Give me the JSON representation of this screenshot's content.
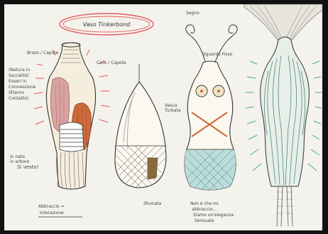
{
  "colors": {
    "background": "#f4f2ec",
    "frame": "#0f0f0f",
    "ink": "#333333",
    "halo_red": "#e25b5b",
    "halo_teal": "#4aa6a6",
    "pink": "#d9a3a2",
    "orange": "#cc6a3b",
    "teal_fill": "#bcdcdc",
    "cream": "#f6eedd"
  },
  "sheet": {
    "title": "Vaso Tinkerbond"
  },
  "left_figure": {
    "label_top": "Brazo / Capote",
    "label_side": "Ciclo / Capote",
    "label_left_block": "(Natura in Sacralità) Esseri in Connessione (Eterno Contatto)",
    "label_bottom_left": "in nata in arbore Sì vesto!",
    "label_caption": "Abbraccio = Interazione"
  },
  "middle_figure": {
    "caption": "Sfumata"
  },
  "right_figure": {
    "label_head": "Segno",
    "label_eyes": "Sguardo Fisso",
    "label_body": "Vasca Turbata",
    "label_bottom": "Non è che mi abbraccio... Siamo un'eleganza Sensuale"
  },
  "icons": [
    "sun-halo-icon",
    "spiral-antenna-icon"
  ]
}
